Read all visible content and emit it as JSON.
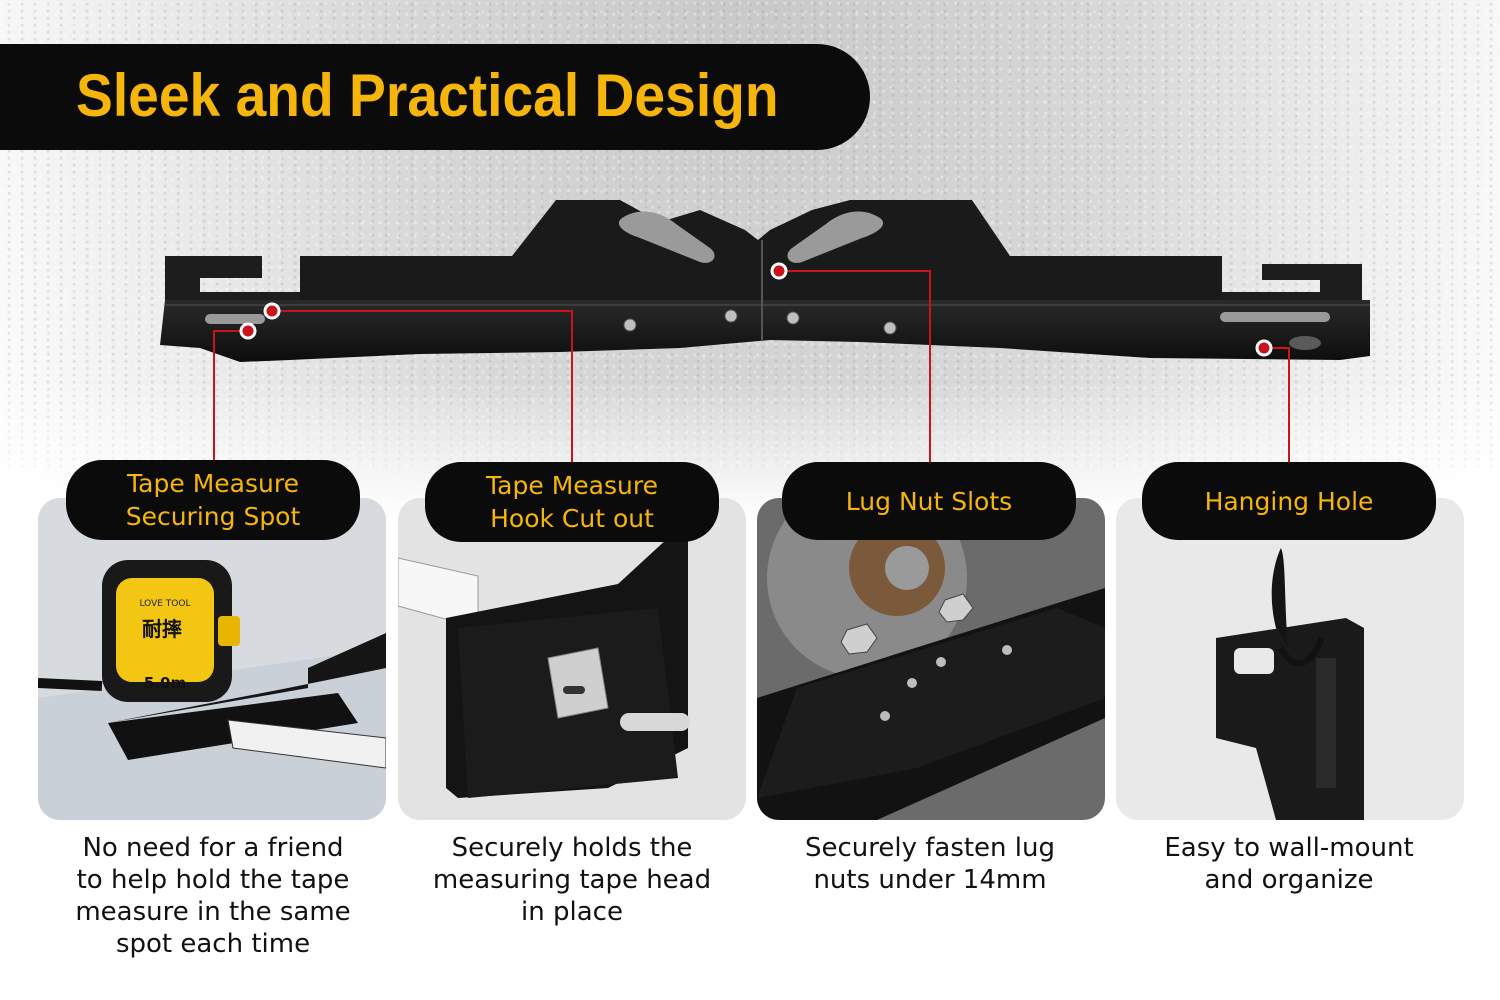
{
  "header": {
    "title": "Sleek and Practical Design"
  },
  "features": [
    {
      "label_line1": "Tape Measure",
      "label_line2": "Securing Spot",
      "icon": "tape-measure-icon",
      "description": [
        "No need for a friend",
        "to help hold the tape",
        "measure in the same",
        "spot each time"
      ],
      "image_text": {
        "brand": "LOVE TOOL",
        "cn": "耐摔",
        "size": "5.0m"
      }
    },
    {
      "label_line1": "Tape Measure",
      "label_line2": "Hook Cut out",
      "icon": "hook-cutout-icon",
      "description": [
        "Securely holds the",
        "measuring tape head",
        "in place"
      ]
    },
    {
      "label_line1": "Lug Nut Slots",
      "label_line2": "",
      "icon": "lug-nut-icon",
      "description": [
        "Securely fasten lug",
        "nuts under 14mm"
      ]
    },
    {
      "label_line1": "Hanging Hole",
      "label_line2": "",
      "icon": "wall-hook-icon",
      "description": [
        "Easy to wall-mount",
        "and organize"
      ]
    }
  ],
  "colors": {
    "accent": "#f5b50a",
    "banner": "#0b0b0b",
    "leader_line": "#c8141c"
  }
}
